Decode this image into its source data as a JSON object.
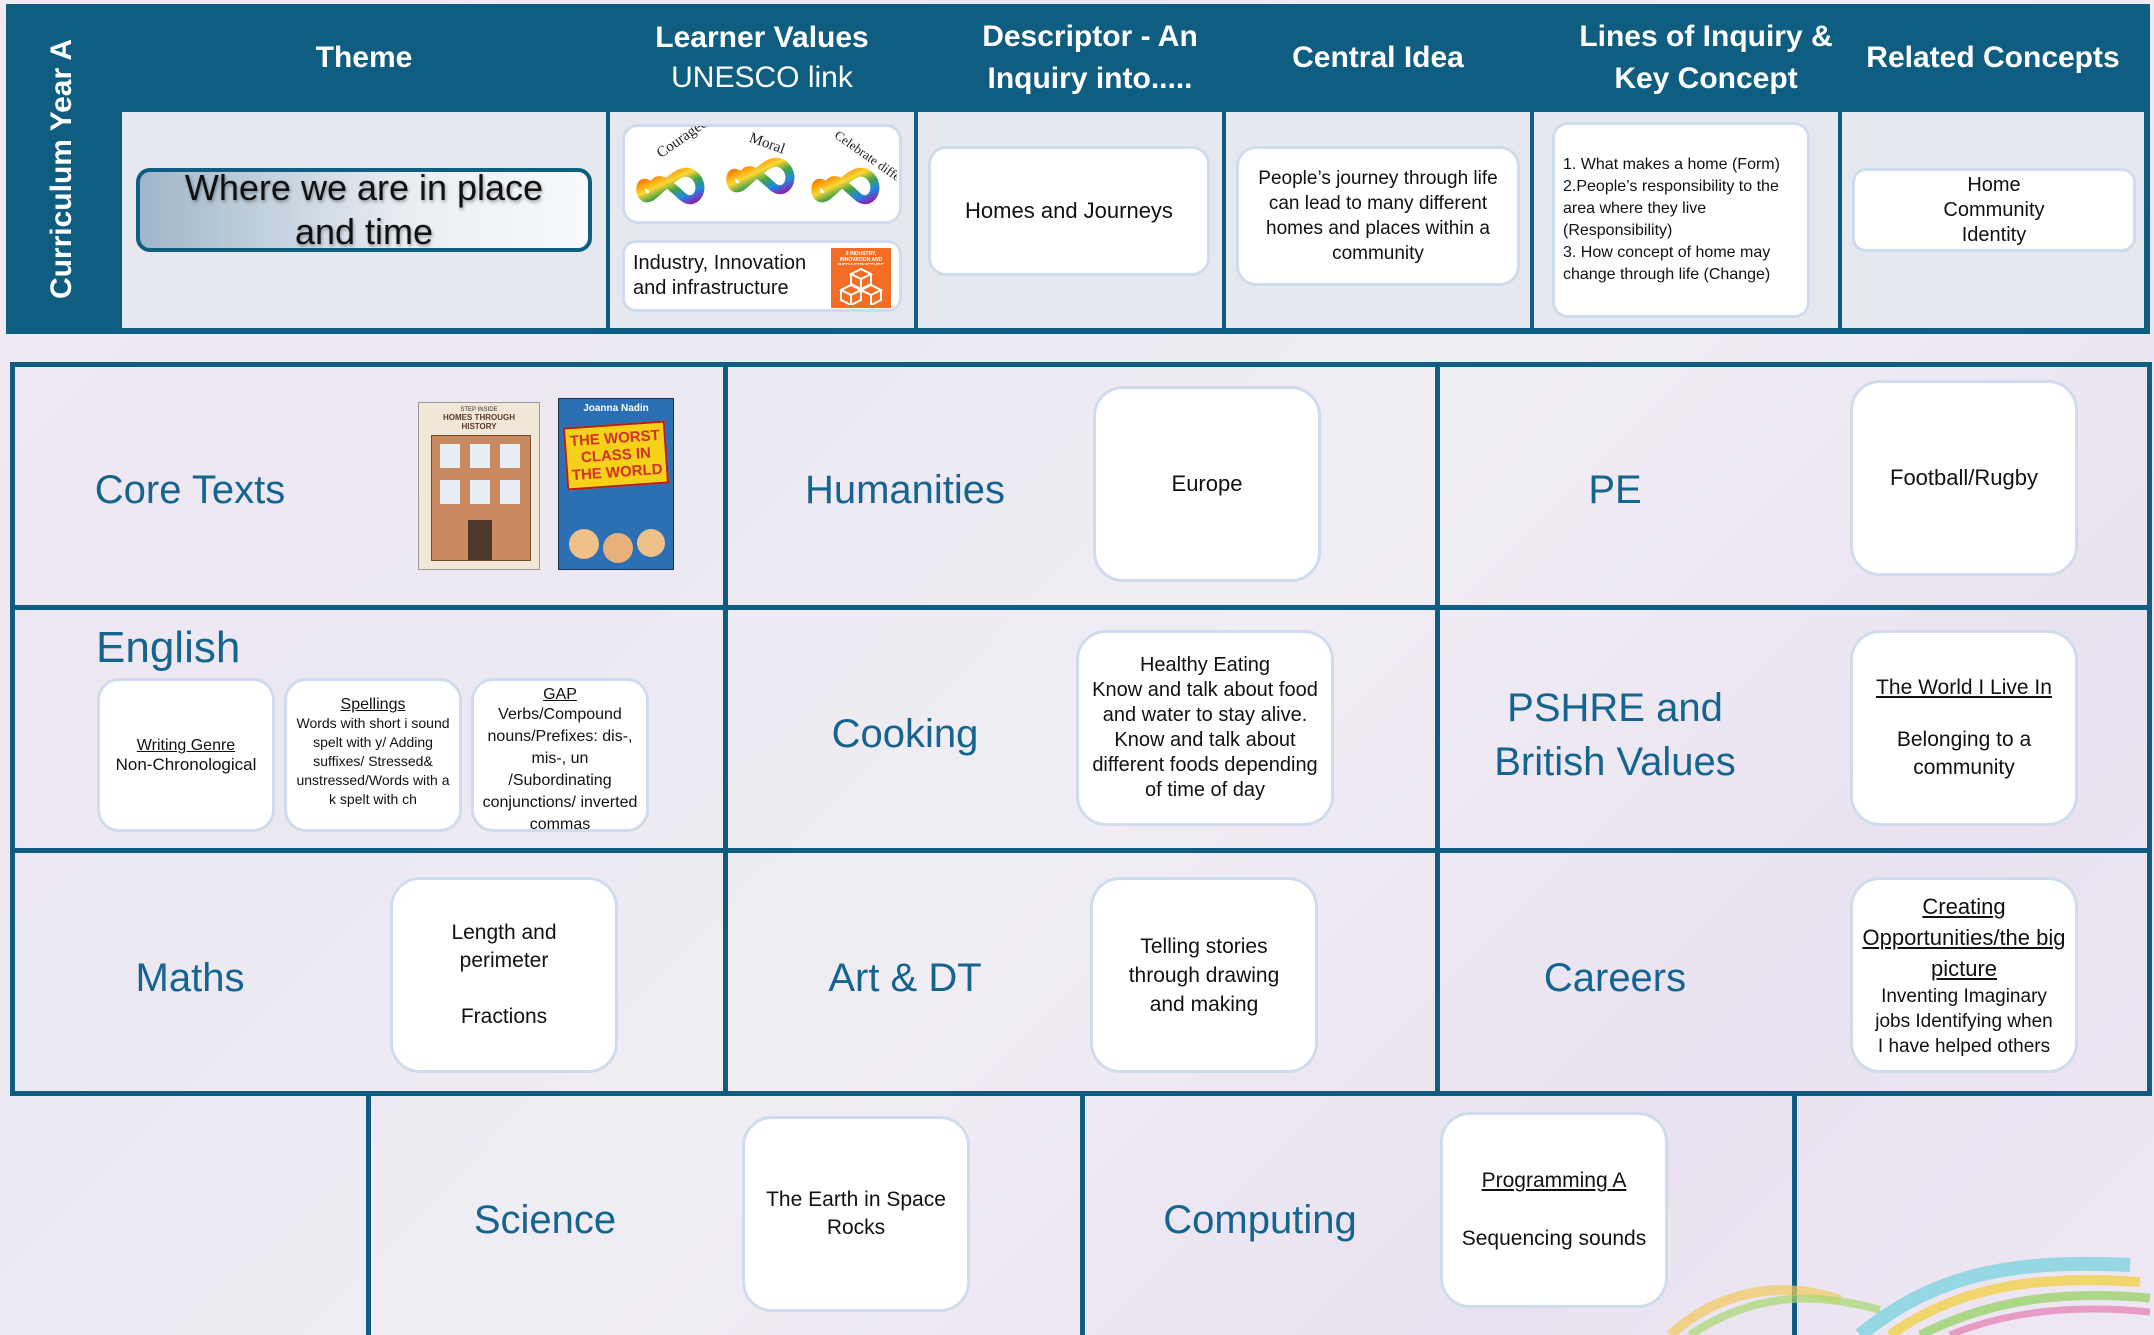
{
  "header": {
    "year_label": "Curriculum Year A",
    "columns": [
      "Theme",
      "Learner Values",
      "UNESCO link",
      "Descriptor - An Inquiry into.....",
      "Central Idea",
      "Lines of Inquiry & Key Concept",
      "Related Concepts"
    ]
  },
  "row": {
    "theme": "Where we are in place and time",
    "values_words": [
      "Courageous",
      "Moral",
      "Celebrate difference"
    ],
    "unesco": "Industry, Innovation and infrastructure",
    "sdg_badge": "9 INDUSTRY, INNOVATION AND INFRASTRUCTURE",
    "descriptor": "Homes and Journeys",
    "central_idea": "People’s journey through life can lead to many different homes and places within a community",
    "lines_of_inquiry": [
      "1. What makes a home (Form)",
      "2.People’s responsibility to the area where they live (Responsibility)",
      "3. How concept of home may change through life (Change)"
    ],
    "related_concepts": [
      "Home",
      "Community",
      "Identity"
    ]
  },
  "subjects": {
    "core_texts": {
      "label": "Core Texts",
      "book1": {
        "top": "STEP INSIDE",
        "title": "HOMES THROUGH HISTORY"
      },
      "book2": {
        "author": "Joanna Nadin",
        "title": "THE WORST CLASS IN THE WORLD"
      }
    },
    "humanities": {
      "label": "Humanities",
      "content": "Europe"
    },
    "pe": {
      "label": "PE",
      "content": "Football/Rugby"
    },
    "english": {
      "label": "English",
      "writing_title": "Writing Genre",
      "writing_text": "Non-Chronological",
      "spellings_title": "Spellings",
      "spellings_text": "Words with short i sound spelt with y/ Adding suffixes/ Stressed& unstressed/Words with a k spelt with ch",
      "gap_title": "GAP",
      "gap_text": "Verbs/Compound nouns/Prefixes: dis-, mis-, un /Subordinating conjunctions/ inverted commas"
    },
    "cooking": {
      "label": "Cooking",
      "lines": [
        "Healthy Eating",
        "Know and talk about food and water to stay alive.",
        "Know and talk about different foods depending",
        "of time of day"
      ]
    },
    "pshre": {
      "label": "PSHRE and British Values",
      "title": "The World I Live In",
      "text": "Belonging to a community"
    },
    "maths": {
      "label": "Maths",
      "line1": "Length and perimeter",
      "line2": "Fractions"
    },
    "art": {
      "label": "Art & DT",
      "content": "Telling stories through drawing and making"
    },
    "careers": {
      "label": "Careers",
      "title": "Creating Opportunities/the big picture",
      "text": "Inventing Imaginary jobs Identifying when I have helped others"
    },
    "science": {
      "label": "Science",
      "line1": "The Earth in Space",
      "line2": "Rocks"
    },
    "computing": {
      "label": "Computing",
      "title": "Programming A",
      "text": "Sequencing sounds"
    }
  },
  "colors": {
    "navy": "#0f5d80",
    "subject_text": "#15648f",
    "box_border": "#cfdcee"
  }
}
